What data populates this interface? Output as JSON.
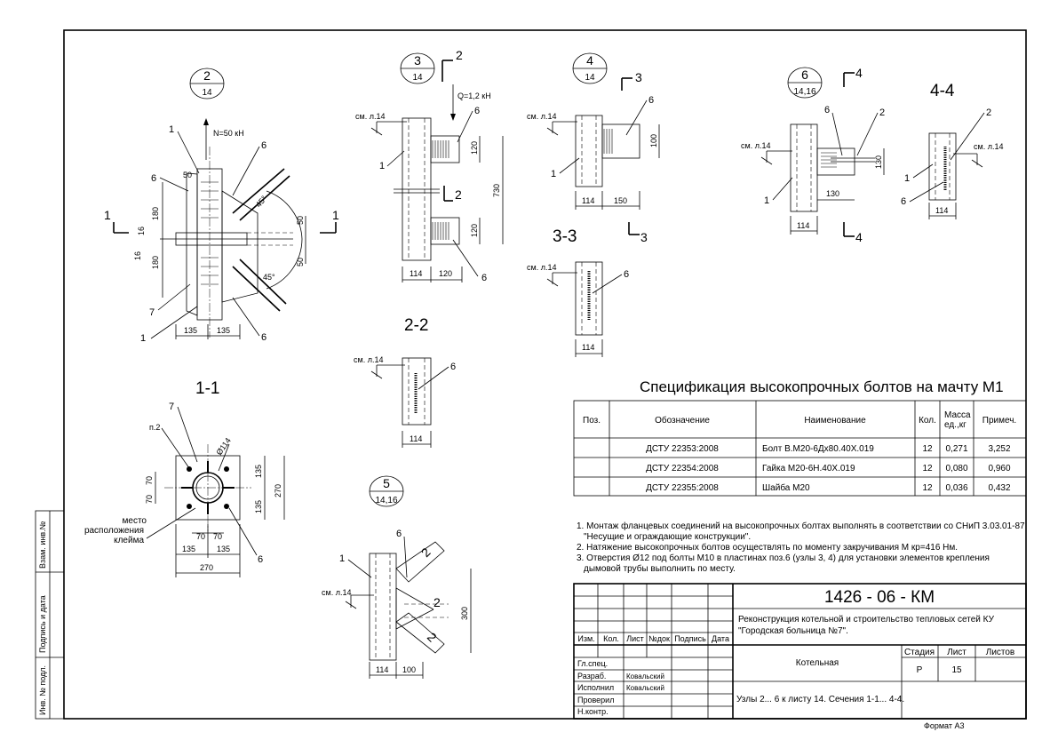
{
  "nodes": {
    "n2": {
      "num": "2",
      "sheet": "14"
    },
    "n3": {
      "num": "3",
      "sheet": "14"
    },
    "n4": {
      "num": "4",
      "sheet": "14"
    },
    "n5": {
      "num": "5",
      "sheet": "14,16"
    },
    "n6": {
      "num": "6",
      "sheet": "14,16"
    }
  },
  "sections": {
    "s11": "1-1",
    "s22": "2-2",
    "s33": "3-3",
    "s44": "4-4",
    "cut1": "1",
    "cut2": "2",
    "cut3": "3",
    "cut4": "4"
  },
  "labels": {
    "force_n": "N=50 кН",
    "force_q": "Q=1,2 кН",
    "see_sheet": "см. л.14",
    "marker_place": "место",
    "marker_layout": "расположения",
    "marker_brand": "клейма",
    "p2": "п.2",
    "dia114": "Ø114",
    "angle45": "45°",
    "pos1": "1",
    "pos2": "2",
    "pos6": "6",
    "pos7": "7"
  },
  "dims": {
    "d50": "50",
    "d16": "16",
    "d180": "180",
    "d135": "135",
    "d270": "270",
    "d70": "70",
    "d114": "114",
    "d120": "120",
    "d730": "730",
    "d100": "100",
    "d150": "150",
    "d130": "130",
    "d300": "300"
  },
  "spec": {
    "title": "Спецификация высокопрочных болтов на мачту М1",
    "headers": [
      "Поз.",
      "Обозначение",
      "Наименование",
      "Кол.",
      "Масса ед.,кг",
      "Примеч."
    ],
    "rows": [
      [
        "",
        "ДСТУ 22353:2008",
        "Болт  В.М20-6Дх80.40Х.019",
        "12",
        "0,271",
        "3,252"
      ],
      [
        "",
        "ДСТУ 22354:2008",
        "Гайка М20-6Н.40Х.019",
        "12",
        "0,080",
        "0,960"
      ],
      [
        "",
        "ДСТУ 22355:2008",
        "Шайба М20",
        "12",
        "0,036",
        "0,432"
      ]
    ]
  },
  "notes": [
    "1. Монтаж  фланцевых соединений на высокопрочных болтах выполнять в соответствии со СНиП  3.03.01-87",
    "\"Несущие и ограждающие конструкции\".",
    "2. Натяжение высокопрочных болтов осуществлять по моменту закручивания М кр=416 Нм.",
    "3. Отверстия Ø12 под болты М10 в пластинах поз.6 (узлы 3, 4) для установки элементов крепления",
    "дымовой трубы выполнить по месту."
  ],
  "stamp": {
    "code": "1426 - 06 - КМ",
    "project_line1": "Реконструкция котельной и строительство тепловых сетей КУ",
    "project_line2": "\"Городская больница №7\".",
    "cols": [
      "Изм.",
      "Кол.",
      "Лист",
      "№док",
      "Подпись",
      "Дата"
    ],
    "stage_h": "Стадия",
    "sheet_h": "Лист",
    "sheets_h": "Листов",
    "stage": "Р",
    "sheet": "15",
    "sheets": "",
    "object": "Котельная",
    "sheet_title": "Узлы 2... 6 к листу 14. Сечения 1-1... 4-4.",
    "roles": [
      "Гл.спец.",
      "Разраб.",
      "Исполнил",
      "Проверил",
      "Н.контр."
    ],
    "names": [
      "",
      "Ковальский",
      "Ковальский",
      "",
      ""
    ],
    "format": "Формат  А3"
  },
  "side_stamp": [
    "Взам. инв.№",
    "Подпись  и  дата",
    "Инв. № подл."
  ]
}
